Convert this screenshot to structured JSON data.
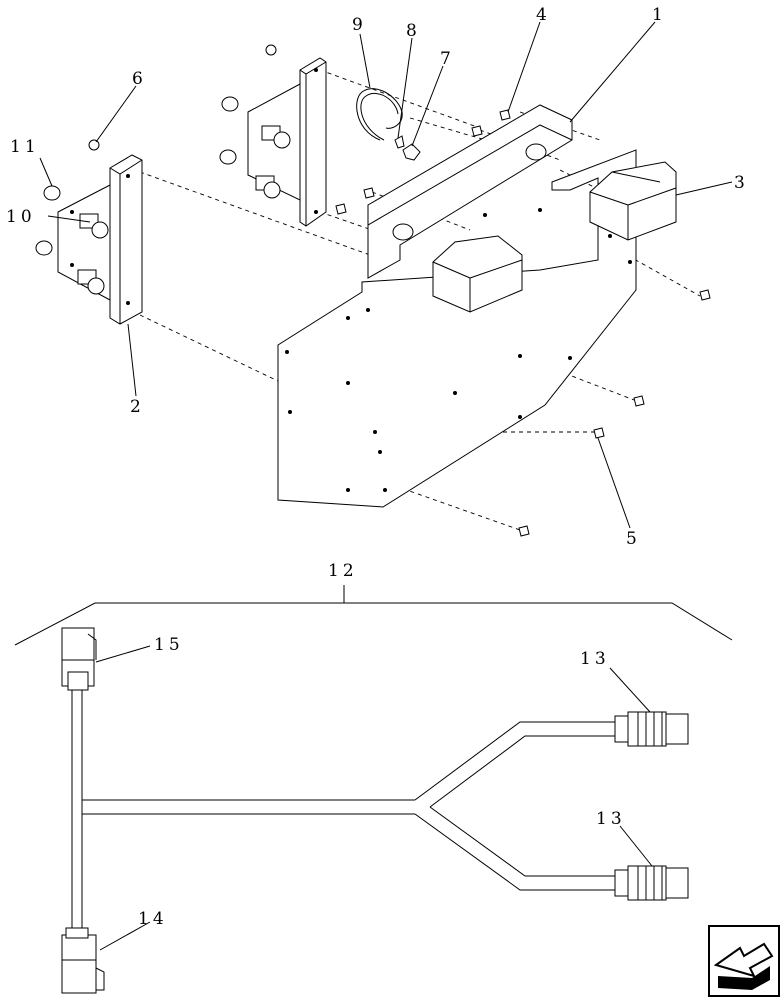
{
  "callouts": {
    "c1": "1",
    "c2": "2",
    "c3": "3",
    "c4": "4",
    "c5": "5",
    "c6": "6",
    "c7": "7",
    "c8": "8",
    "c9": "9",
    "c10": "10",
    "c11": "11",
    "c12": "12",
    "c13a": "13",
    "c13b": "13",
    "c14": "14",
    "c15": "15"
  },
  "icons": {
    "nav": "next-page-arrow-icon"
  },
  "colors": {
    "line": "#000000",
    "background": "#ffffff"
  }
}
